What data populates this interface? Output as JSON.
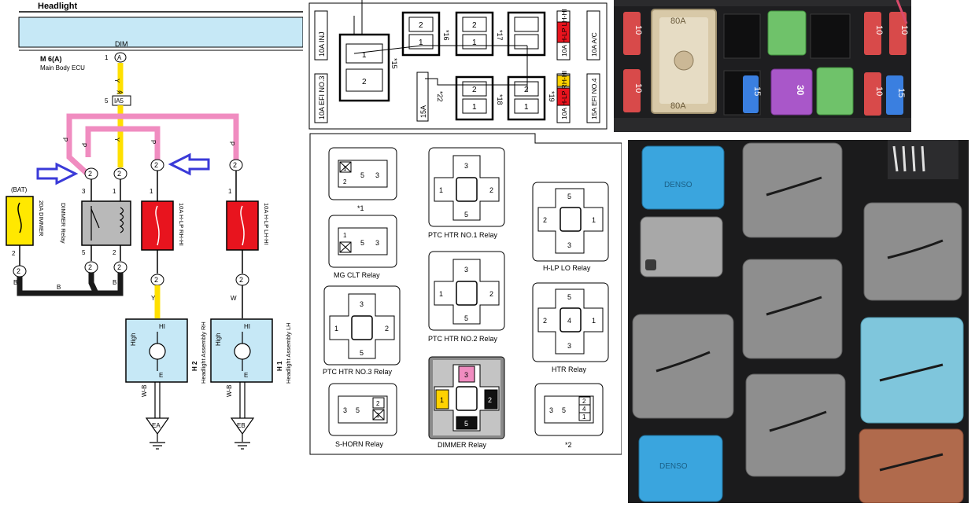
{
  "wiring": {
    "title": "Headlight",
    "dim_label": "DIM",
    "connector_a": "A",
    "ecu_code": "M 6(A)",
    "ecu_name": "Main Body ECU",
    "wire_y": "Y",
    "wire_p": "P",
    "wire_b": "B",
    "wire_w": "W",
    "wire_wb": "W-B",
    "junction_code": "IA5",
    "bat_label": "(BAT)",
    "fuse_dimmer": "20A DIMMER",
    "dimmer_relay": "DIMMER Relay",
    "fuse_rh": "10A H-LP RH-HI",
    "fuse_lh": "10A H-LP LH-HI",
    "hi_label": "HI",
    "e_label": "E",
    "high_label": "High",
    "h2_code": "H 2",
    "h2_name": "Headlight Assembly RH",
    "h1_code": "H 1",
    "h1_name": "Headlight Assembly LH",
    "ground_ea": "EA",
    "ground_eb": "EB",
    "pins": [
      "1",
      "2",
      "3",
      "5"
    ],
    "pin_5": "5",
    "colors": {
      "pink": "#f08cc0",
      "yellow": "#ffe000",
      "black": "#1a1a1a",
      "red": "#e8141e",
      "fuse_yellow": "#ffe800",
      "header": "#c6e8f6",
      "arrow": "#3a3ad8",
      "relay_gray": "#b9b9b9"
    }
  },
  "fusebox": {
    "left_top": "10A INJ",
    "left_bottom": "10A EFI NO.3",
    "mid_left": "15A",
    "right_top": "10A H-LP LH-HI",
    "right_mid": "10A H-LP RH-HI",
    "far_top": "10A A/C",
    "far_bottom": "15A EFI NO.4",
    "refs": [
      "*15",
      "*16",
      "*17",
      "*18",
      "*19",
      "*22"
    ],
    "pins": [
      "1",
      "2"
    ]
  },
  "relays": {
    "r1": "*1",
    "ptc1": "PTC HTR NO.1 Relay",
    "hlp_lo": "H-LP LO Relay",
    "mg_clt": "MG CLT Relay",
    "ptc2": "PTC HTR NO.2 Relay",
    "ptc3": "PTC HTR NO.3 Relay",
    "htr": "HTR Relay",
    "shorn": "S-HORN Relay",
    "dimmer": "DIMMER Relay",
    "r2": "*2",
    "pins": [
      "1",
      "2",
      "3",
      "4",
      "5"
    ]
  },
  "photo1": {
    "fuse_labels": [
      "10",
      "10",
      "15",
      "10",
      "10",
      "15",
      "80A",
      "80A",
      "30"
    ]
  },
  "photo2": {
    "brand": "DENSO"
  }
}
